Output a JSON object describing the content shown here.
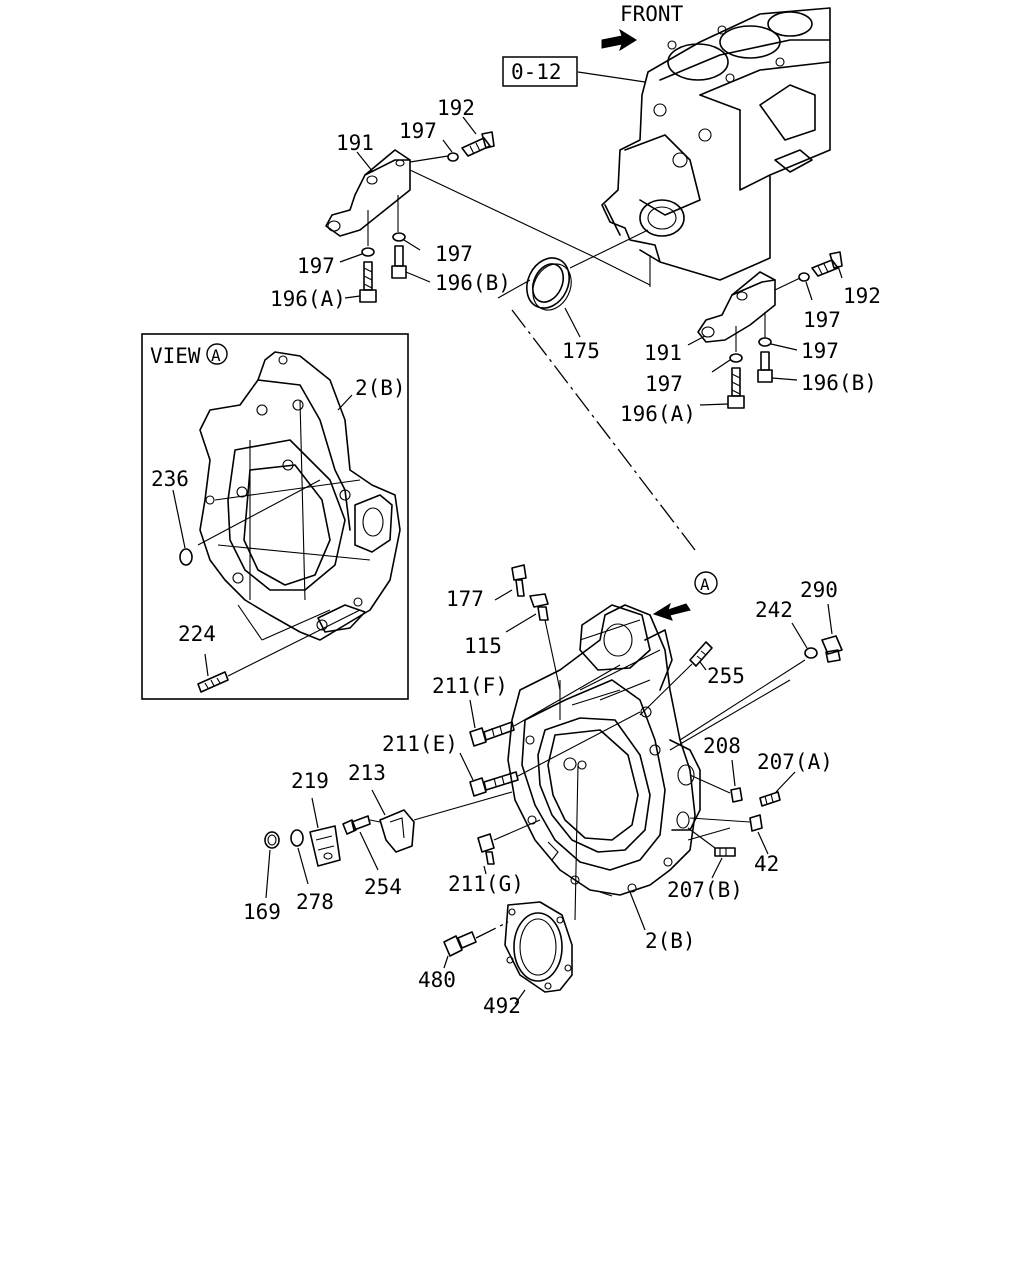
{
  "diagram": {
    "front_label": "FRONT",
    "section_ref": "0-12",
    "view_label": "VIEW",
    "view_marker": "A",
    "callout_marker": "A",
    "callouts": {
      "c192_top": "192",
      "c197_top": "197",
      "c191_top": "191",
      "c197_l1": "197",
      "c197_l2": "197",
      "c196a_top": "196(A)",
      "c196b_top": "196(B)",
      "c175": "175",
      "c192_right": "192",
      "c197_r1": "197",
      "c191_right": "191",
      "c197_r2": "197",
      "c197_r3": "197",
      "c196b_right": "196(B)",
      "c196a_right": "196(A)",
      "c2b_view": "2(B)",
      "c236": "236",
      "c224": "224",
      "c177": "177",
      "c115": "115",
      "c242": "242",
      "c290": "290",
      "c255": "255",
      "c211f": "211(F)",
      "c211e": "211(E)",
      "c208": "208",
      "c207a": "207(A)",
      "c219": "219",
      "c213": "213",
      "c42": "42",
      "c254": "254",
      "c211g": "211(G)",
      "c207b": "207(B)",
      "c169": "169",
      "c278": "278",
      "c2b_main": "2(B)",
      "c480": "480",
      "c492": "492"
    }
  }
}
